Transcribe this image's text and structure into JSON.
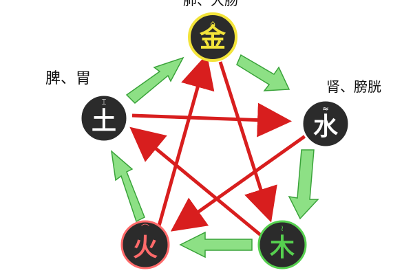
{
  "diagram": {
    "organ_labels": {
      "metal": "肺、大肠",
      "earth": "脾、胃",
      "water": "肾、膀胱"
    },
    "nodes": [
      {
        "id": "metal",
        "char": "金",
        "ring": "#f3e43a",
        "fill": "#2b2b2b",
        "text": "#f3e43a"
      },
      {
        "id": "water",
        "char": "水",
        "ring": "#ffffff",
        "fill": "#2b2b2b",
        "text": "#ffffff"
      },
      {
        "id": "wood",
        "char": "木",
        "ring": "#56d04f",
        "fill": "#2b2b2b",
        "text": "#56d04f"
      },
      {
        "id": "fire",
        "char": "火",
        "ring": "#ff6a6a",
        "fill": "#2b2b2b",
        "text": "#ff6a6a"
      },
      {
        "id": "earth",
        "char": "土",
        "ring": "#ffffff",
        "fill": "#2b2b2b",
        "text": "#ffffff"
      }
    ],
    "colors": {
      "generating_arrow": "#8de085",
      "generating_arrow_edge": "#3aa33a",
      "controlling_arrow": "#d81e1e"
    }
  }
}
